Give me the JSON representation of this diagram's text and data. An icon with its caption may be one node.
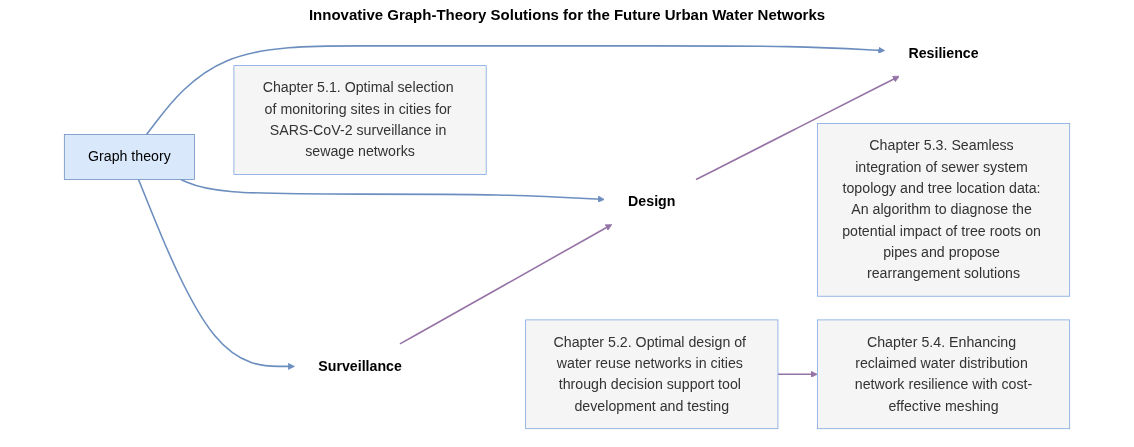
{
  "diagram": {
    "title": "Innovative Graph-Theory Solutions for the Future Urban Water Networks",
    "nodes": [
      {
        "text": [
          "Graph theory"
        ]
      },
      {
        "text": [
          "Surveillance"
        ]
      },
      {
        "text": [
          "Design"
        ]
      },
      {
        "text": [
          "Resilience"
        ]
      },
      {
        "text": [
          "Chapter 5.1. Optimal selection of monitoring sites in cities for SARS-CoV-2 surveillance in sewage networks"
        ]
      },
      {
        "text": [
          "Chapter 5.2. Optimal design of water reuse networks in cities through decision support tool development and testing"
        ]
      },
      {
        "text": [
          "Chapter 5.3. Seamless integration of sewer system topology and tree location data: An algorithm to diagnose the potential impact of tree roots on pipes and propose rearrangement solutions"
        ]
      },
      {
        "text": [
          "Chapter 5.4. Enhancing reclaimed water distribution network resilience with cost-effective meshing"
        ]
      }
    ],
    "edges": [
      {
        "from": 0,
        "to": 1,
        "arrow": "to",
        "color": "#6c8ebf"
      },
      {
        "from": 0,
        "to": 2,
        "arrow": "to",
        "color": "#6c8ebf"
      },
      {
        "from": 0,
        "to": 3,
        "arrow": "to",
        "color": "#6c8ebf"
      },
      {
        "from": 1,
        "to": 2,
        "arrow": "to",
        "color": "#9673a6"
      },
      {
        "from": 2,
        "to": 3,
        "arrow": "to",
        "color": "#9673a6"
      },
      {
        "from": 5,
        "to": 7,
        "arrow": "to",
        "color": "#9673a6"
      }
    ]
  }
}
